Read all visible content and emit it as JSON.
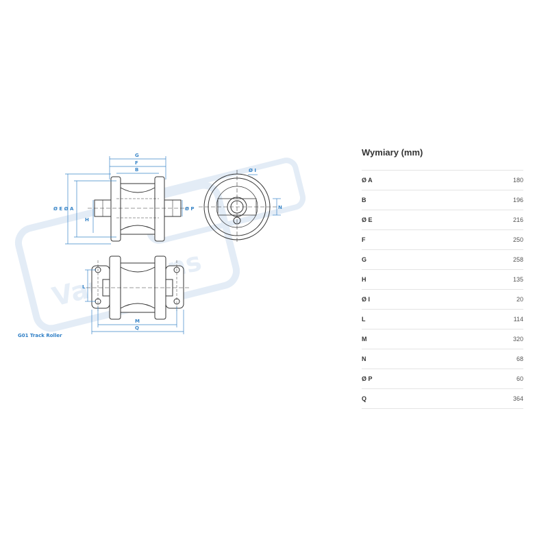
{
  "drawing": {
    "watermark_text": "Variatrans",
    "caption": "G01 Track Roller",
    "labels": {
      "G": "G",
      "F": "F",
      "B": "B",
      "EA": "Ø E Ø A",
      "H": "H",
      "P": "Ø P",
      "I": "Ø I",
      "N": "N",
      "L": "L",
      "M": "M",
      "Q": "Q"
    }
  },
  "dimensions": {
    "title": "Wymiary (mm)",
    "rows": [
      {
        "name": "Ø A",
        "value": "180"
      },
      {
        "name": "B",
        "value": "196"
      },
      {
        "name": "Ø E",
        "value": "216"
      },
      {
        "name": "F",
        "value": "250"
      },
      {
        "name": "G",
        "value": "258"
      },
      {
        "name": "H",
        "value": "135"
      },
      {
        "name": "Ø I",
        "value": "20"
      },
      {
        "name": "L",
        "value": "114"
      },
      {
        "name": "M",
        "value": "320"
      },
      {
        "name": "N",
        "value": "68"
      },
      {
        "name": "Ø P",
        "value": "60"
      },
      {
        "name": "Q",
        "value": "364"
      }
    ]
  },
  "colors": {
    "dimension_lines": "#3a86c8",
    "drawing_lines": "#333333",
    "watermark": "#e3ecf6"
  }
}
